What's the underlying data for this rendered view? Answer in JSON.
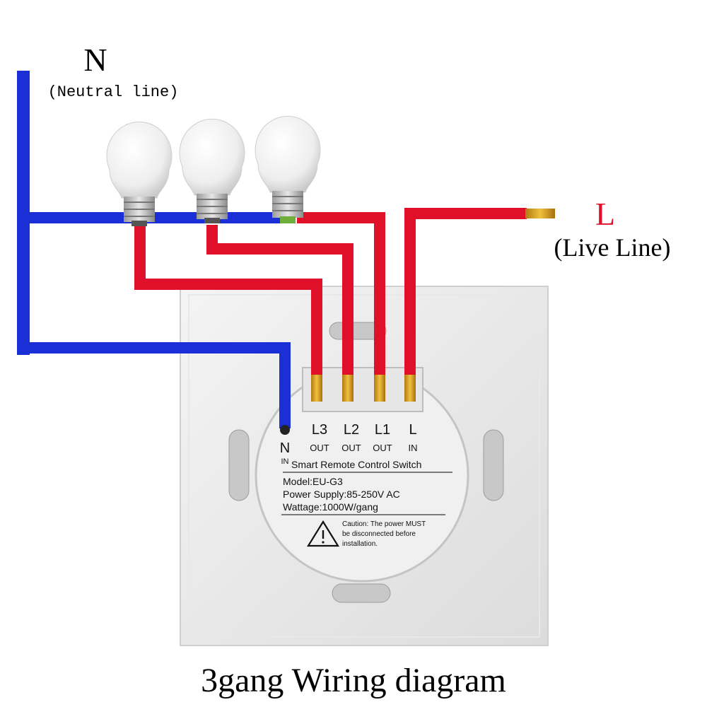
{
  "neutral": {
    "letter": "N",
    "caption": "(Neutral line)"
  },
  "live": {
    "letter": "L",
    "caption": "(Live Line)"
  },
  "terminals": [
    {
      "name": "L3",
      "sub": "OUT"
    },
    {
      "name": "L2",
      "sub": "OUT"
    },
    {
      "name": "L1",
      "sub": "OUT"
    },
    {
      "name": "L",
      "sub": "IN"
    }
  ],
  "neutral_terminal": {
    "name": "N",
    "sub": "IN"
  },
  "label": {
    "title": "Smart Remote Control Switch",
    "model": "Model:EU-G3",
    "power": "Power Supply:85-250V AC",
    "wattage": "Wattage:1000W/gang",
    "caution_line1": "Caution: The power MUST",
    "caution_line2": "be disconnected before",
    "caution_line3": "installation."
  },
  "caption": "3gang Wiring diagram",
  "colors": {
    "neutral_wire": "#1a2fd6",
    "live_wire": "#e0102a",
    "live_label": "#e0102a"
  },
  "icons": [
    "light-bulb-icon",
    "warning-triangle-icon"
  ]
}
